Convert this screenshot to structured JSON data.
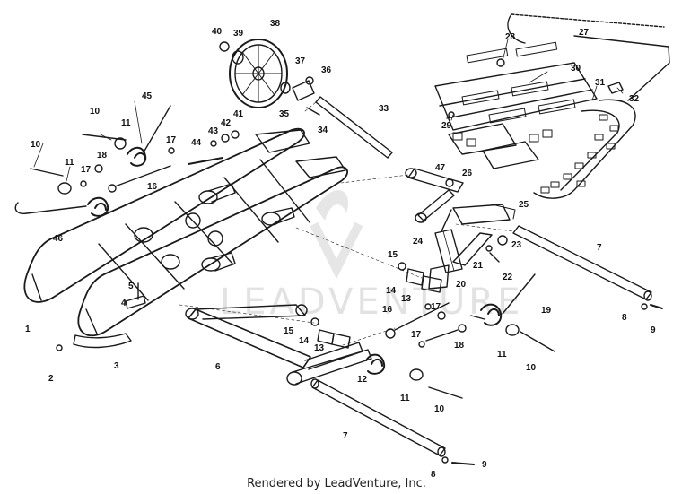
{
  "watermark": {
    "text": "LEADVENTURE"
  },
  "footer": {
    "credit": "Rendered by LeadVenture, Inc."
  },
  "callouts": [
    {
      "id": "c27",
      "text": "27"
    },
    {
      "id": "c28",
      "text": "28"
    },
    {
      "id": "c30",
      "text": "30"
    },
    {
      "id": "c31",
      "text": "31"
    },
    {
      "id": "c32",
      "text": "32"
    },
    {
      "id": "c29",
      "text": "29"
    },
    {
      "id": "c38",
      "text": "38"
    },
    {
      "id": "c40",
      "text": "40"
    },
    {
      "id": "c39",
      "text": "39"
    },
    {
      "id": "c37",
      "text": "37"
    },
    {
      "id": "c36",
      "text": "36"
    },
    {
      "id": "c35",
      "text": "35"
    },
    {
      "id": "c34",
      "text": "34"
    },
    {
      "id": "c33",
      "text": "33"
    },
    {
      "id": "c45",
      "text": "45"
    },
    {
      "id": "c10a",
      "text": "10"
    },
    {
      "id": "c11a",
      "text": "11"
    },
    {
      "id": "c10b",
      "text": "10"
    },
    {
      "id": "c11b",
      "text": "11"
    },
    {
      "id": "c17a",
      "text": "17"
    },
    {
      "id": "c18a",
      "text": "18"
    },
    {
      "id": "c16a",
      "text": "16"
    },
    {
      "id": "c46",
      "text": "46"
    },
    {
      "id": "c17b",
      "text": "17"
    },
    {
      "id": "c44",
      "text": "44"
    },
    {
      "id": "c43",
      "text": "43"
    },
    {
      "id": "c42",
      "text": "42"
    },
    {
      "id": "c41",
      "text": "41"
    },
    {
      "id": "c47",
      "text": "47"
    },
    {
      "id": "c26",
      "text": "26"
    },
    {
      "id": "c25",
      "text": "25"
    },
    {
      "id": "c24",
      "text": "24"
    },
    {
      "id": "c23",
      "text": "23"
    },
    {
      "id": "c21",
      "text": "21"
    },
    {
      "id": "c22",
      "text": "22"
    },
    {
      "id": "c7a",
      "text": "7"
    },
    {
      "id": "c15a",
      "text": "15"
    },
    {
      "id": "c14a",
      "text": "14"
    },
    {
      "id": "c13a",
      "text": "13"
    },
    {
      "id": "c20",
      "text": "20"
    },
    {
      "id": "c5",
      "text": "5"
    },
    {
      "id": "c4",
      "text": "4"
    },
    {
      "id": "c1",
      "text": "1"
    },
    {
      "id": "c2",
      "text": "2"
    },
    {
      "id": "c3",
      "text": "3"
    },
    {
      "id": "c16b",
      "text": "16"
    },
    {
      "id": "c17c",
      "text": "17"
    },
    {
      "id": "c19",
      "text": "19"
    },
    {
      "id": "c8a",
      "text": "8"
    },
    {
      "id": "c9a",
      "text": "9"
    },
    {
      "id": "c15b",
      "text": "15"
    },
    {
      "id": "c14b",
      "text": "14"
    },
    {
      "id": "c13b",
      "text": "13"
    },
    {
      "id": "c6",
      "text": "6"
    },
    {
      "id": "c17d",
      "text": "17"
    },
    {
      "id": "c18b",
      "text": "18"
    },
    {
      "id": "c12",
      "text": "12"
    },
    {
      "id": "c11c",
      "text": "11"
    },
    {
      "id": "c10c",
      "text": "10"
    },
    {
      "id": "c11d",
      "text": "11"
    },
    {
      "id": "c10d",
      "text": "10"
    },
    {
      "id": "c7b",
      "text": "7"
    },
    {
      "id": "c8b",
      "text": "8"
    },
    {
      "id": "c9b",
      "text": "9"
    }
  ]
}
